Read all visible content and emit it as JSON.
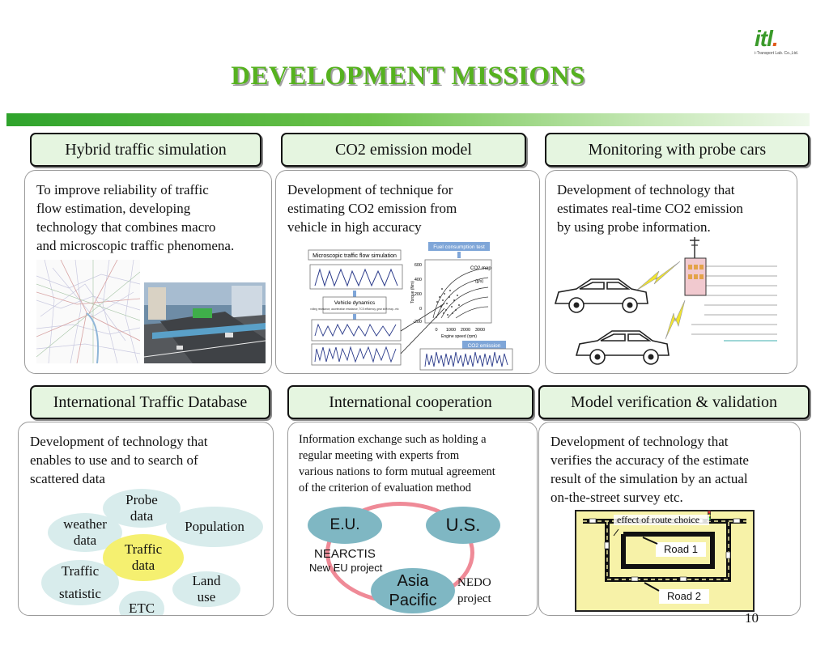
{
  "logo": {
    "mark": "itl",
    "subtitle": "i-Transport Lab. Co.,Ltd."
  },
  "title": "DEVELOPMENT MISSIONS",
  "page_number": "10",
  "colors": {
    "title_green": "#56b21f",
    "heading_fill": "#e5f5e0",
    "ring_pink": "#ef8a97",
    "node_teal": "#7fb7c3",
    "core_yellow": "#f5f070"
  },
  "sections": {
    "hybrid": {
      "heading": "Hybrid traffic simulation",
      "lines": [
        "To improve reliability of traffic",
        "flow estimation, developing",
        "technology that combines macro",
        "and microscopic traffic phenomena."
      ]
    },
    "co2": {
      "heading": "CO2 emission model",
      "lines": [
        "Development of technique for",
        "estimating CO2 emission from",
        "vehicle in high accuracy"
      ],
      "figure": {
        "micro_label": "Microscopic traffic flow simulation",
        "fuel_label": "Fuel consumption test",
        "dynamics_label": "Vehicle dynamics",
        "dynamics_sub": "rolling resistance, acceleration resistance, TCS efficiency, gear shift map...etc",
        "co2_map_label": "CO2 map",
        "co2_unit": "(g/s)",
        "emission_label": "CO2 emission",
        "engine_speed_label": "Engine speed (rpm)",
        "torque_label": "Torque (Nm)",
        "y_ticks": [
          "600",
          "400",
          "200",
          "0",
          "-200"
        ],
        "x_ticks": [
          "0",
          "1000",
          "2000",
          "3000"
        ]
      }
    },
    "probe": {
      "heading": "Monitoring with probe cars",
      "lines": [
        "Development of technology that",
        "estimates real-time CO2 emission",
        "by using probe information."
      ]
    },
    "database": {
      "heading": "International Traffic Database",
      "lines": [
        "Development of technology that",
        "enables  to use and  to search of",
        "scattered data"
      ],
      "bubbles": {
        "probe": [
          "Probe",
          "data"
        ],
        "weather": [
          "weather",
          "data"
        ],
        "population": "Population",
        "traffic_data": [
          "Traffic",
          "data"
        ],
        "statistic": [
          "Traffic",
          "statistic"
        ],
        "land": [
          "Land",
          "use"
        ],
        "etc": "ETC"
      }
    },
    "cooperation": {
      "heading": "International cooperation",
      "lines": [
        "Information exchange such as holding a",
        "regular meeting with experts from",
        "various nations to form mutual agreement",
        "of the criterion of evaluation method"
      ],
      "eu": "E.U.",
      "us": "U.S.",
      "asia": [
        "Asia",
        "Pacific"
      ],
      "nearctis": "NEARCTIS",
      "nearctis_sub": "New EU project",
      "nedo": [
        "NEDO",
        "project"
      ]
    },
    "verification": {
      "heading": "Model verification & validation",
      "lines": [
        "Development of technology that",
        "verifies the accuracy of the estimate",
        "result of the simulation by an actual",
        "on-the-street survey etc."
      ],
      "map_caption": "effect of route choice",
      "road1": "Road 1",
      "road2": "Road 2"
    }
  }
}
